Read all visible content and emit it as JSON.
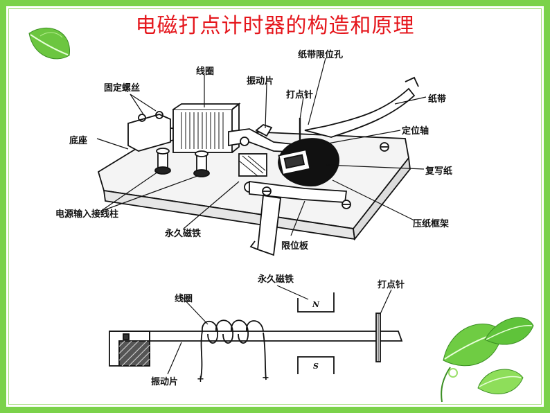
{
  "title": "电磁打点计时器的构造和原理",
  "top_diagram": {
    "labels": {
      "paper_limit_hole": "纸带限位孔",
      "coil": "线圈",
      "vibrating_piece": "振动片",
      "fixing_screw": "固定螺丝",
      "marking_needle": "打点针",
      "paper_tape": "纸带",
      "positioning_shaft": "定位轴",
      "base": "底座",
      "carbon_paper": "复写纸",
      "power_terminals": "电源输入接线柱",
      "permanent_magnet": "永久磁铁",
      "limit_plate": "限位板",
      "paper_press_frame": "压纸框架"
    }
  },
  "bottom_diagram": {
    "labels": {
      "permanent_magnet": "永久磁铁",
      "marking_needle": "打点针",
      "coil": "线圈",
      "vibrating_piece": "振动片",
      "plus": "+",
      "minus": "−",
      "north": "N",
      "south": "S"
    }
  },
  "colors": {
    "border": "#7bd24a",
    "title": "#e5161c",
    "leaf": "#5fc33a"
  }
}
